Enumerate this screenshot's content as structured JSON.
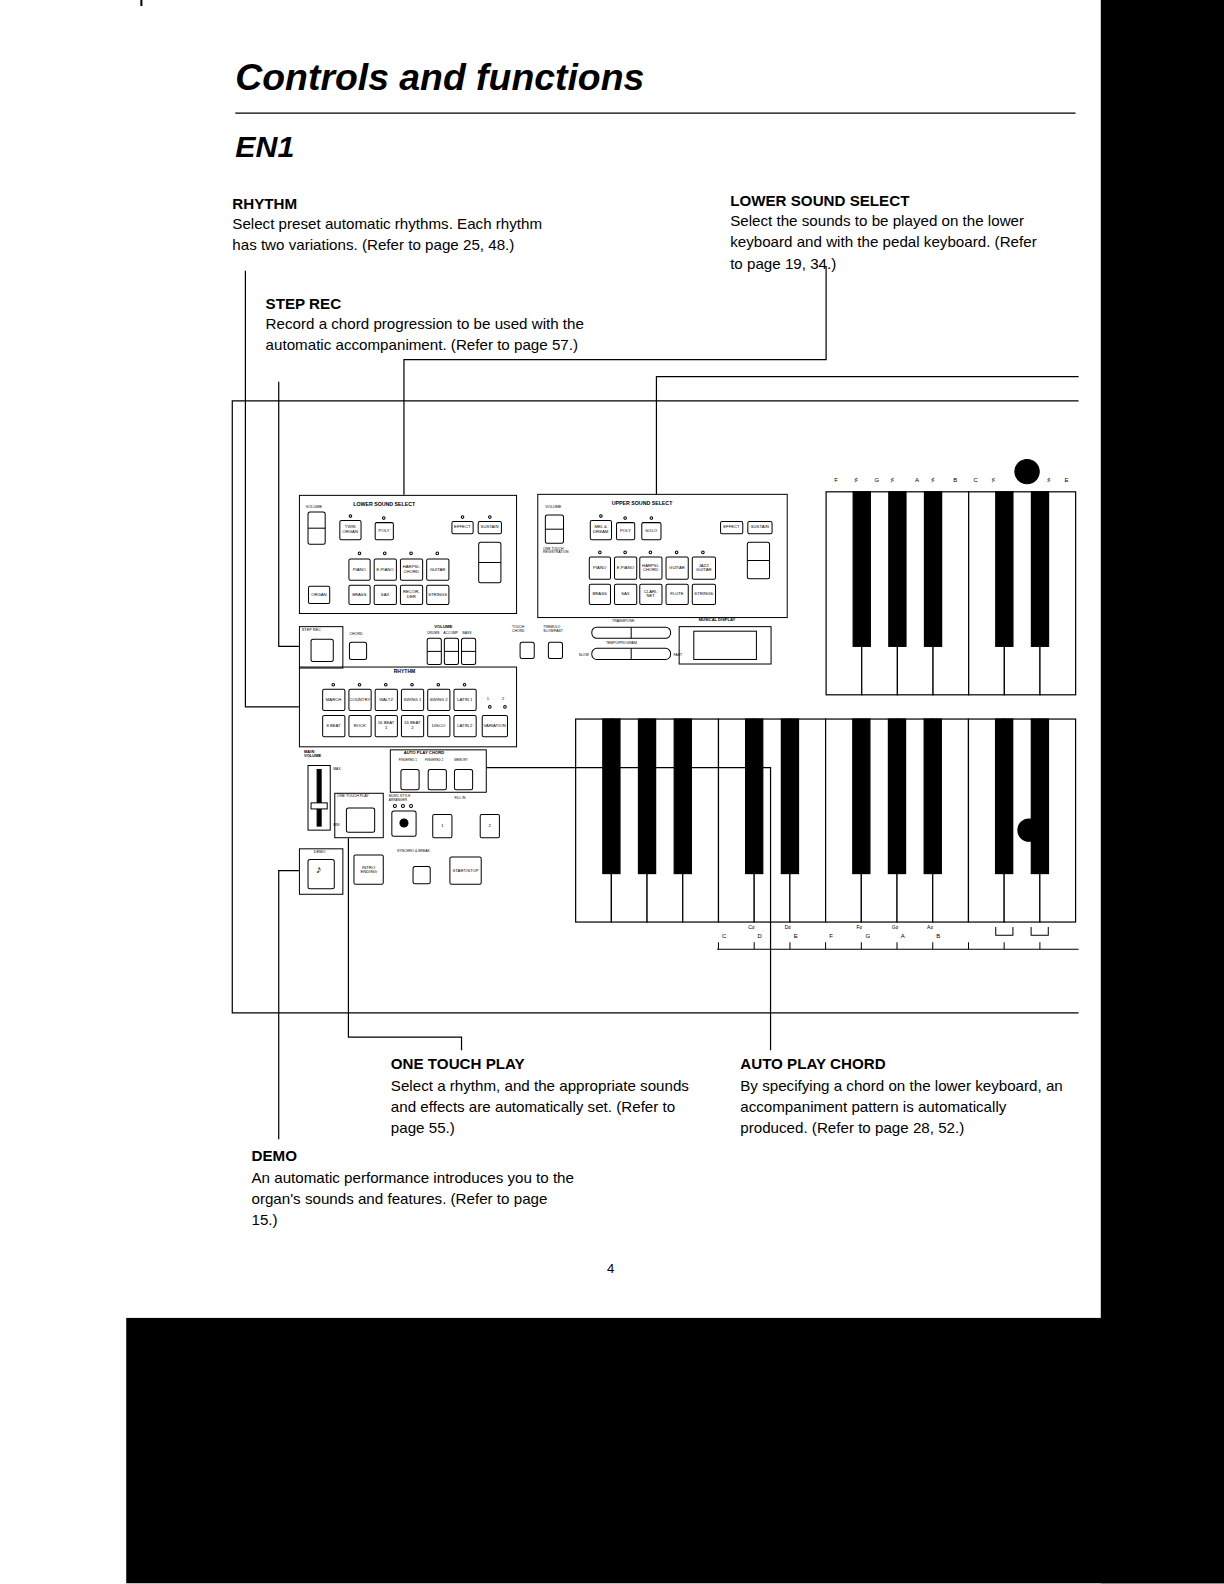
{
  "diagram": {
    "title": "Controls and functions",
    "nodes": [
      {
        "text": [
          "LOWER SOUND SELECT",
          "VOLUME"
        ]
      },
      {
        "text": [
          "TWIN ORGAN"
        ],
        "in": 0
      },
      {
        "text": [
          "POLY"
        ],
        "in": 0
      },
      {
        "text": [
          "EFFECT"
        ],
        "in": 0
      },
      {
        "text": [
          "SUSTAIN"
        ],
        "in": 0
      },
      {
        "text": [
          "PIANO"
        ],
        "in": 0
      },
      {
        "text": [
          "E.PIANO"
        ],
        "in": 0
      },
      {
        "text": [
          "HARPSI- CHORD"
        ],
        "in": 0
      },
      {
        "text": [
          "GUITAR"
        ],
        "in": 0
      },
      {
        "text": [
          "ORGAN"
        ],
        "in": 0
      },
      {
        "text": [
          "BRASS"
        ],
        "in": 0
      },
      {
        "text": [
          "SAX"
        ],
        "in": 0
      },
      {
        "text": [
          "RECOR- DER"
        ],
        "in": 0
      },
      {
        "text": [
          "STRINGS"
        ],
        "in": 0
      },
      {
        "text": [
          "UPPER SOUND SELECT",
          "VOLUME",
          "ONE TOUCH REGISTRATION"
        ]
      },
      {
        "text": [
          "MEL & DREAM"
        ],
        "in": 14
      },
      {
        "text": [
          "POLY"
        ],
        "in": 14
      },
      {
        "text": [
          "SOLO"
        ],
        "in": 14
      },
      {
        "text": [
          "EFFECT"
        ],
        "in": 14
      },
      {
        "text": [
          "SUSTAIN"
        ],
        "in": 14
      },
      {
        "text": [
          "PIANO"
        ],
        "in": 14
      },
      {
        "text": [
          "E.PIANO"
        ],
        "in": 14
      },
      {
        "text": [
          "HARPSI- CHORD"
        ],
        "in": 14
      },
      {
        "text": [
          "GUITAR"
        ],
        "in": 14
      },
      {
        "text": [
          "JAZZ GUITAR"
        ],
        "in": 14
      },
      {
        "text": [
          "BRASS"
        ],
        "in": 14
      },
      {
        "text": [
          "SAX"
        ],
        "in": 14
      },
      {
        "text": [
          "CLARI- NET"
        ],
        "in": 14
      },
      {
        "text": [
          "FLUTE"
        ],
        "in": 14
      },
      {
        "text": [
          "STRINGS"
        ],
        "in": 14
      },
      {
        "text": [
          "STEP REC"
        ]
      },
      {
        "text": [
          "MUSICAL DISPLAY"
        ]
      },
      {
        "text": [
          "RHYTHM"
        ]
      },
      {
        "text": [
          "MARCH"
        ],
        "in": 32
      },
      {
        "text": [
          "COUNTRY"
        ],
        "in": 32
      },
      {
        "text": [
          "WALTZ"
        ],
        "in": 32
      },
      {
        "text": [
          "SWING 1"
        ],
        "in": 32
      },
      {
        "text": [
          "SWING 2"
        ],
        "in": 32
      },
      {
        "text": [
          "LATIN 1"
        ],
        "in": 32
      },
      {
        "text": [
          "8 BEAT"
        ],
        "in": 32
      },
      {
        "text": [
          "ROCK"
        ],
        "in": 32
      },
      {
        "text": [
          "16 BEAT 1"
        ],
        "in": 32
      },
      {
        "text": [
          "16 BEAT 2"
        ],
        "in": 32
      },
      {
        "text": [
          "DISCO"
        ],
        "in": 32
      },
      {
        "text": [
          "LATIN 2"
        ],
        "in": 32
      },
      {
        "text": [
          "VARIATION"
        ],
        "in": 32
      },
      {
        "text": [
          "AUTO PLAY CHORD",
          "FINGERED 1",
          "FINGERED 2",
          "MEMORY"
        ]
      },
      {
        "text": [
          "ONE TOUCH PLAY"
        ]
      },
      {
        "text": [
          "DEMO",
          "♪"
        ]
      },
      {
        "text": [
          "INTRO ENDING"
        ]
      },
      {
        "text": [
          "START/STOP"
        ]
      },
      {
        "text": [
          "1"
        ]
      },
      {
        "text": [
          "2"
        ]
      }
    ],
    "labels": [
      "EN1",
      "RHYTHM",
      "Select preset automatic rhythms. Each rhythm has two variations. (Refer to page 25, 48.)",
      "STEP REC",
      "Record a chord progression to be used with the automatic accompaniment. (Refer to page 57.)",
      "LOWER SOUND SELECT",
      "Select the sounds to be played on the lower keyboard and with the pedal keyboard. (Refer to page 19, 34.)",
      "ONE TOUCH PLAY",
      "Select a rhythm, and the appropriate sounds and effects are automatically set. (Refer to page 55.)",
      "AUTO PLAY CHORD",
      "By specifying a chord on the lower keyboard, an accompaniment pattern is automatically produced. (Refer to page 28, 52.)",
      "DEMO",
      "An automatic performance introduces you to the organ's sounds and features. (Refer to page 15.)",
      "CHORD",
      "VOLUME",
      "DRUMS",
      "ACCOMP",
      "BASS",
      "TOUCH CHORD",
      "TREMOLO SLOW/FAST",
      "TRANSPOSE",
      "TEMPO/PROGRAM",
      "SLOW",
      "FAST",
      "MAIN VOLUME",
      "MAX",
      "MIN",
      "MUSIC STYLE ARRANGER",
      "FILL IN",
      "SYNCHRO & BREAK",
      "1",
      "2",
      "F",
      "♯",
      "G",
      "♯",
      "A",
      "♯",
      "B",
      "C",
      "♯",
      "♯",
      "E",
      "C",
      "D",
      "E",
      "F",
      "G",
      "A",
      "B",
      "C♯",
      "D♯",
      "F♯",
      "G♯",
      "A♯",
      "4"
    ]
  }
}
